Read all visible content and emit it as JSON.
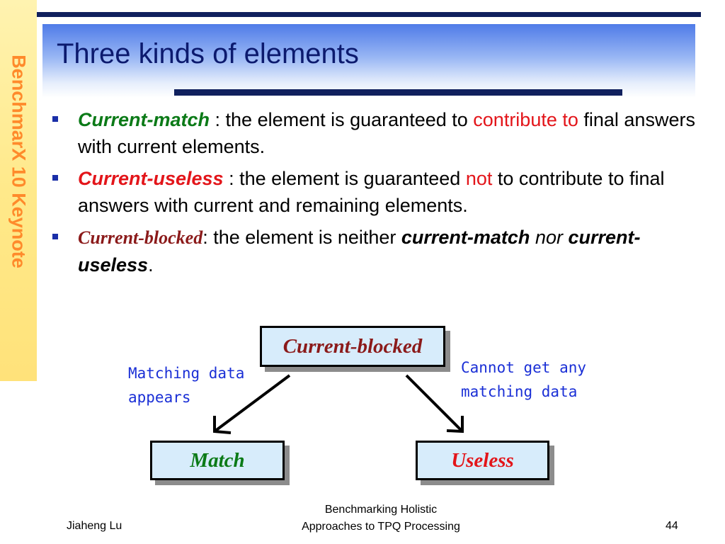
{
  "sidebar": {
    "keynote_label": "BenchmarX 10 Keynote"
  },
  "slide": {
    "title": "Three kinds of elements",
    "bullets": [
      {
        "term": "Current-match",
        "text_a": " : the element is guaranteed to ",
        "highlight": "contribute to",
        "text_b": " final answers with current elements."
      },
      {
        "term": "Current-useless",
        "text_a": " : the element is guaranteed ",
        "highlight": "not",
        "text_b": " to contribute to final answers with current and remaining elements."
      },
      {
        "term": "Current-blocked",
        "text_a": ": the element is neither ",
        "emph1": "current-match",
        "text_b": " ",
        "emph2": "nor",
        "text_c": " ",
        "emph3": "current-useless",
        "text_d": "."
      }
    ]
  },
  "diagram": {
    "nodes": {
      "blocked": "Current-blocked",
      "match": "Match",
      "useless": "Useless"
    },
    "edges": {
      "left_line1": "Matching data",
      "left_line2": "appears",
      "right_line1": "Cannot get any",
      "right_line2": "matching data"
    }
  },
  "footer": {
    "author": "Jiaheng Lu",
    "center_line1": "Benchmarking Holistic",
    "center_line2": "Approaches to TPQ Processing",
    "page_number": "44"
  },
  "colors": {
    "title": "#0c1a6e",
    "rule": "#10205e",
    "green_term": "#0b7a17",
    "red_term": "#e3151a",
    "blocked_term": "#8b1a1a",
    "edge_label": "#1a2fd6",
    "node_fill": "#d7ecfb",
    "sidebar_text": "#ff8a2b",
    "sidebar_fill": "#ffe98a"
  }
}
